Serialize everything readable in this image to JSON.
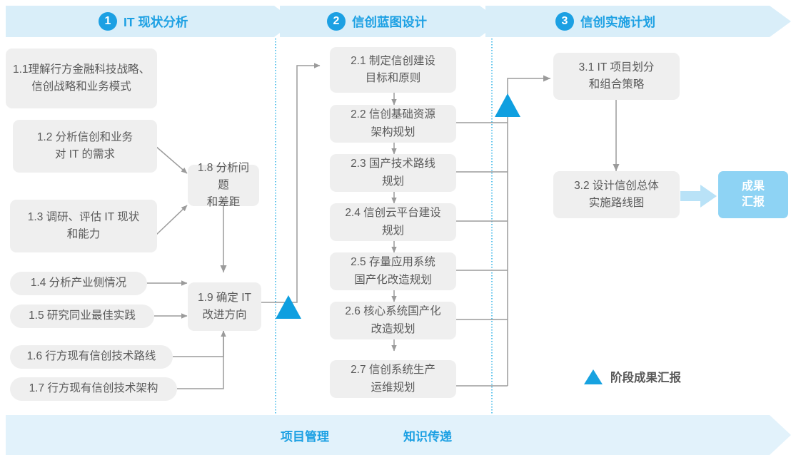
{
  "header": {
    "phases": [
      {
        "num": "1",
        "title": "IT 现状分析"
      },
      {
        "num": "2",
        "title": "信创蓝图设计"
      },
      {
        "num": "3",
        "title": "信创实施计划"
      }
    ],
    "band_color": "#d9eef9",
    "accent_color": "#1ca0e3"
  },
  "phase1": {
    "nodes": [
      {
        "id": "1.1",
        "text": "1.1理解行方金融科技战略、\n信创战略和业务模式"
      },
      {
        "id": "1.2",
        "text": "1.2 分析信创和业务\n对 IT 的需求"
      },
      {
        "id": "1.3",
        "text": "1.3 调研、评估 IT 现状\n和能力"
      },
      {
        "id": "1.4",
        "text": "1.4 分析产业侧情况"
      },
      {
        "id": "1.5",
        "text": "1.5 研究同业最佳实践"
      },
      {
        "id": "1.6",
        "text": "1.6 行方现有信创技术路线"
      },
      {
        "id": "1.7",
        "text": "1.7 行方现有信创技术架构"
      },
      {
        "id": "1.8",
        "text": "1.8 分析问题\n和差距"
      },
      {
        "id": "1.9",
        "text": "1.9 确定 IT\n改进方向"
      }
    ]
  },
  "phase2": {
    "nodes": [
      {
        "id": "2.1",
        "text": "2.1 制定信创建设\n目标和原则"
      },
      {
        "id": "2.2",
        "text": "2.2 信创基础资源\n架构规划"
      },
      {
        "id": "2.3",
        "text": "2.3 国产技术路线\n规划"
      },
      {
        "id": "2.4",
        "text": "2.4 信创云平台建设\n规划"
      },
      {
        "id": "2.5",
        "text": "2.5 存量应用系统\n国产化改造规划"
      },
      {
        "id": "2.6",
        "text": "2.6 核心系统国产化\n改造规划"
      },
      {
        "id": "2.7",
        "text": "2.7 信创系统生产\n运维规划"
      }
    ]
  },
  "phase3": {
    "nodes": [
      {
        "id": "3.1",
        "text": "3.1 IT 项目划分\n和组合策略"
      },
      {
        "id": "3.2",
        "text": "3.2 设计信创总体\n实施路线图"
      }
    ],
    "result": "成果\n汇报"
  },
  "legend": {
    "label": "阶段成果汇报",
    "marker_color": "#17a2e0"
  },
  "footer": {
    "items": [
      "项目管理",
      "知识传递"
    ],
    "band_color": "#e2f2fb"
  }
}
